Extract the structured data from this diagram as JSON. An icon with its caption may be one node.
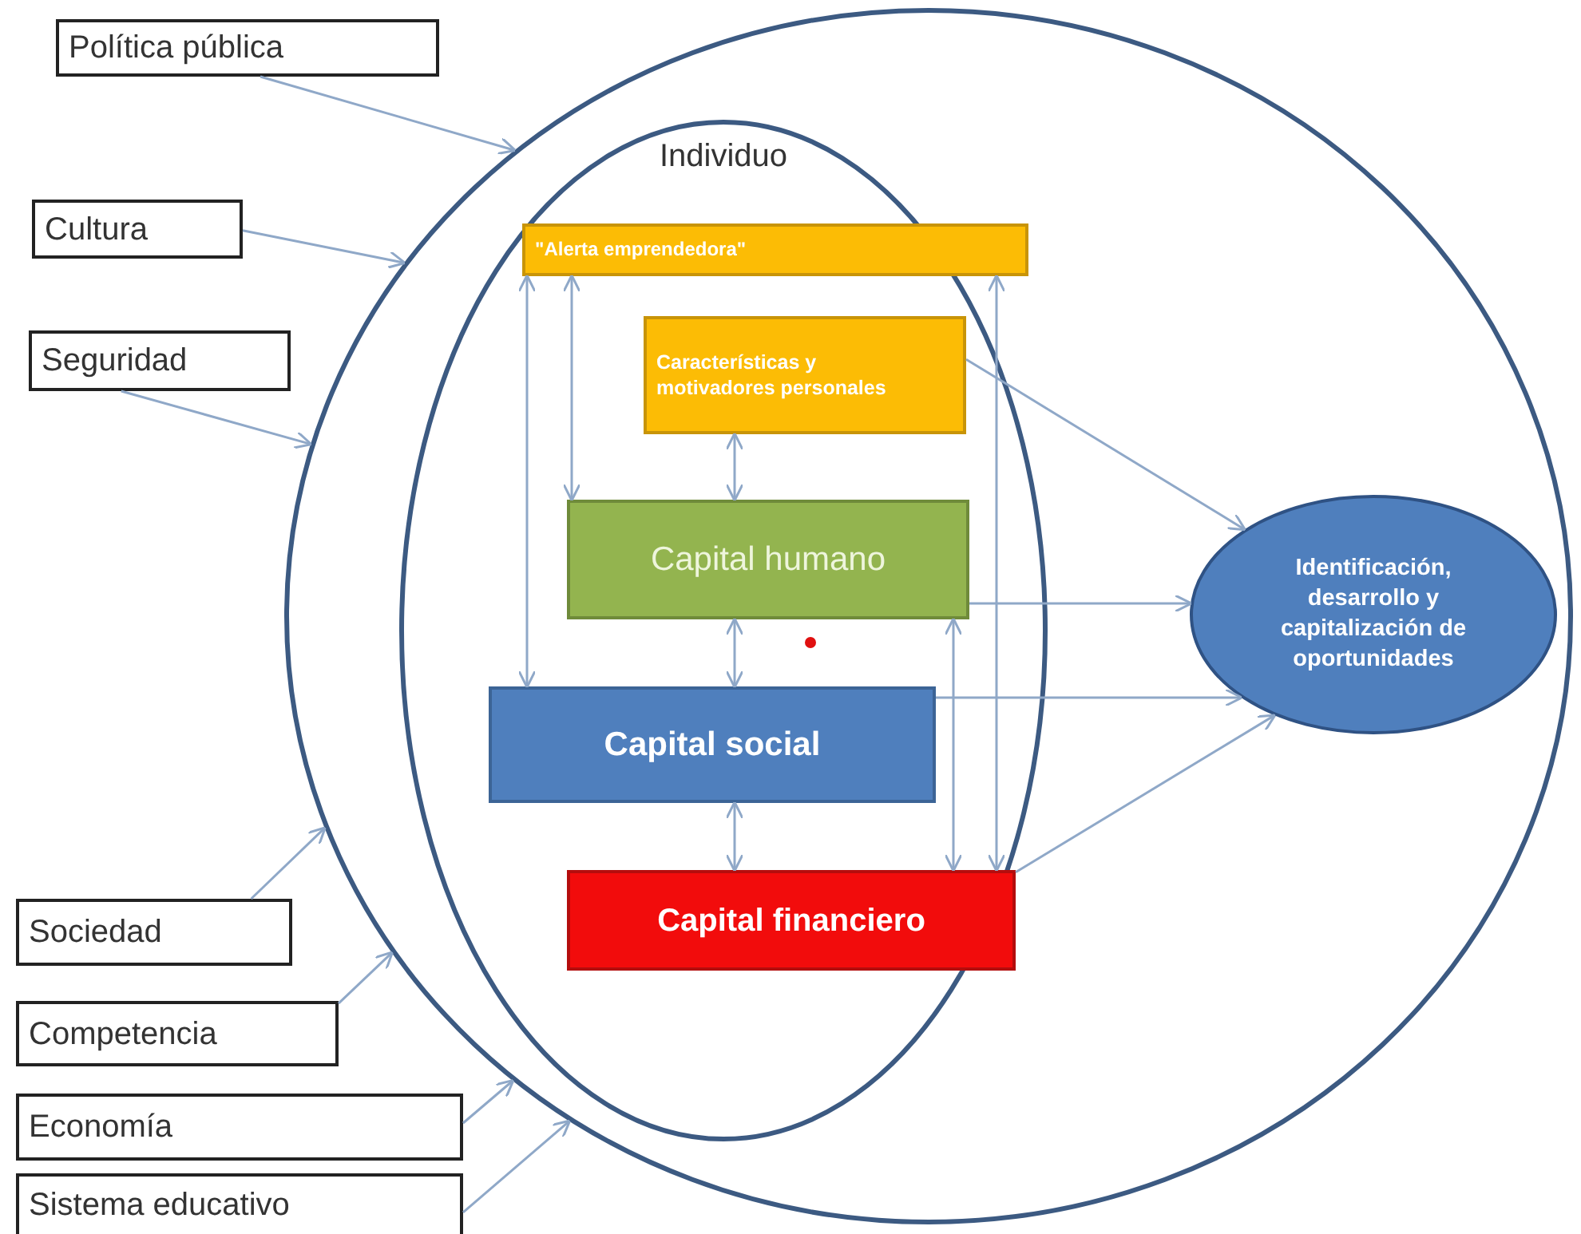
{
  "diagram": {
    "nodes": [
      {
        "text": [],
        "shape": "circle"
      },
      {
        "text": [
          "Individuo"
        ],
        "in": 0
      },
      {
        "text": [
          "\"Alerta emprendedora\""
        ],
        "in": 1
      },
      {
        "text": [
          "Características y motivadores personales"
        ],
        "in": 1
      },
      {
        "text": [
          "Capital humano"
        ],
        "in": 1
      },
      {
        "text": [
          "Capital social"
        ],
        "in": 1
      },
      {
        "text": [
          "Capital financiero"
        ],
        "in": 1
      },
      {
        "text": [
          "Identificación, desarrollo y capitalización de oportunidades"
        ],
        "in": 0
      },
      {
        "text": [
          "Política pública"
        ]
      },
      {
        "text": [
          "Cultura"
        ]
      },
      {
        "text": [
          "Seguridad"
        ]
      },
      {
        "text": [
          "Sociedad"
        ]
      },
      {
        "text": [
          "Competencia"
        ]
      },
      {
        "text": [
          "Economía"
        ]
      },
      {
        "text": [
          "Sistema educativo"
        ]
      }
    ],
    "edges": [
      {
        "from": 8,
        "to": 0,
        "arrow": "to"
      },
      {
        "from": 9,
        "to": 0,
        "arrow": "to"
      },
      {
        "from": 10,
        "to": 0,
        "arrow": "to"
      },
      {
        "from": 11,
        "to": 0,
        "arrow": "to"
      },
      {
        "from": 12,
        "to": 0,
        "arrow": "to"
      },
      {
        "from": 13,
        "to": 0,
        "arrow": "to"
      },
      {
        "from": 14,
        "to": 0,
        "arrow": "to"
      },
      {
        "from": 2,
        "to": 5,
        "arrow": "both"
      },
      {
        "from": 2,
        "to": 4,
        "arrow": "both"
      },
      {
        "from": 3,
        "to": 4,
        "arrow": "both"
      },
      {
        "from": 4,
        "to": 5,
        "arrow": "both"
      },
      {
        "from": 5,
        "to": 6,
        "arrow": "both"
      },
      {
        "from": 4,
        "to": 6,
        "arrow": "both"
      },
      {
        "from": 2,
        "to": 6,
        "arrow": "both"
      },
      {
        "from": 3,
        "to": 7,
        "arrow": "to"
      },
      {
        "from": 4,
        "to": 7,
        "arrow": "to"
      },
      {
        "from": 5,
        "to": 7,
        "arrow": "to"
      },
      {
        "from": 6,
        "to": 7,
        "arrow": "to"
      }
    ]
  }
}
